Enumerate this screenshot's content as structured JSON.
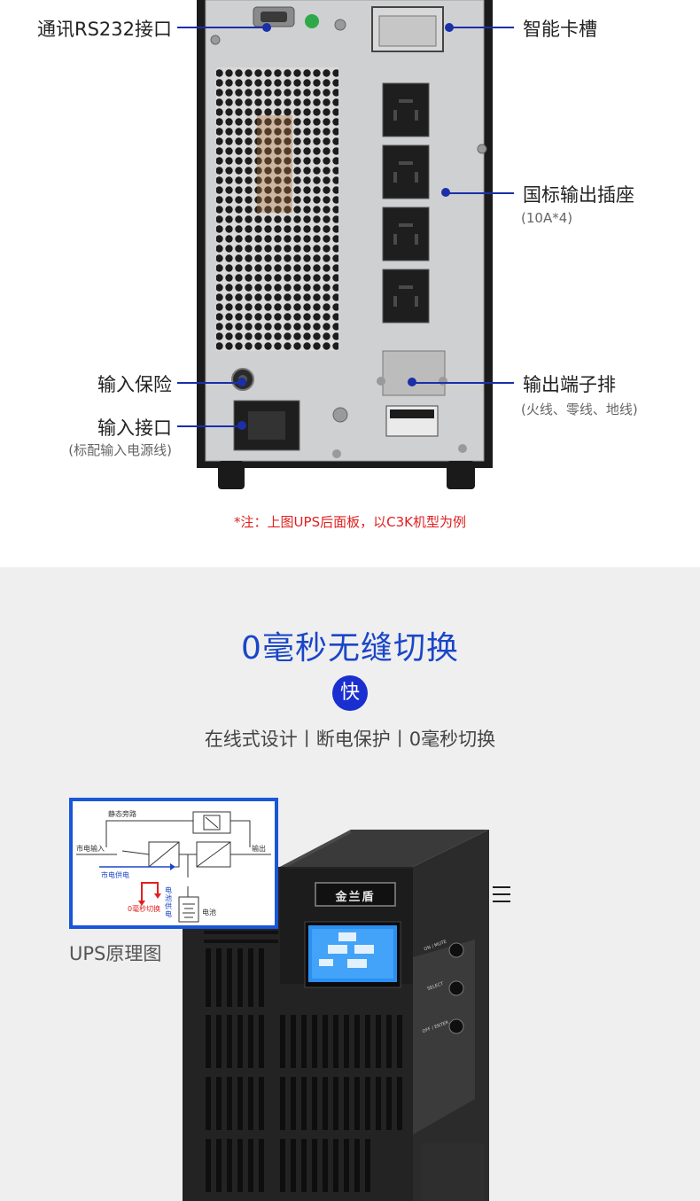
{
  "rear_panel": {
    "labels": {
      "rs232": "通讯RS232接口",
      "smart_slot": "智能卡槽",
      "output_socket": "国标输出插座",
      "output_socket_sub": "(10A*4)",
      "input_fuse": "输入保险",
      "input_port": "输入接口",
      "input_port_sub": "(标配输入电源线)",
      "output_terminal": "输出端子排",
      "output_terminal_sub": "(火线、零线、地线)"
    },
    "note": "*注：上图UPS后面板，以C3K机型为例"
  },
  "feature": {
    "title": "0毫秒无缝切换",
    "badge": "快",
    "points": "在线式设计丨断电保护丨0毫秒切换"
  },
  "diagram": {
    "caption": "UPS原理图",
    "bypass": "静态旁路",
    "mains_in": "市电输入",
    "output": "输出",
    "mains_supply": "市电供电",
    "switch_time": "0毫秒切换",
    "battery_supply": "电池供电",
    "battery": "电池"
  },
  "ups_front": {
    "brand": "金兰盾",
    "btn_on": "ON / MUTE",
    "btn_select": "SELECT",
    "btn_off": "OFF / ENTER"
  },
  "colors": {
    "accent": "#1a2fa8",
    "title_blue": "#1a46c8",
    "note_red": "#e02020",
    "bg_gray": "#efefef"
  }
}
